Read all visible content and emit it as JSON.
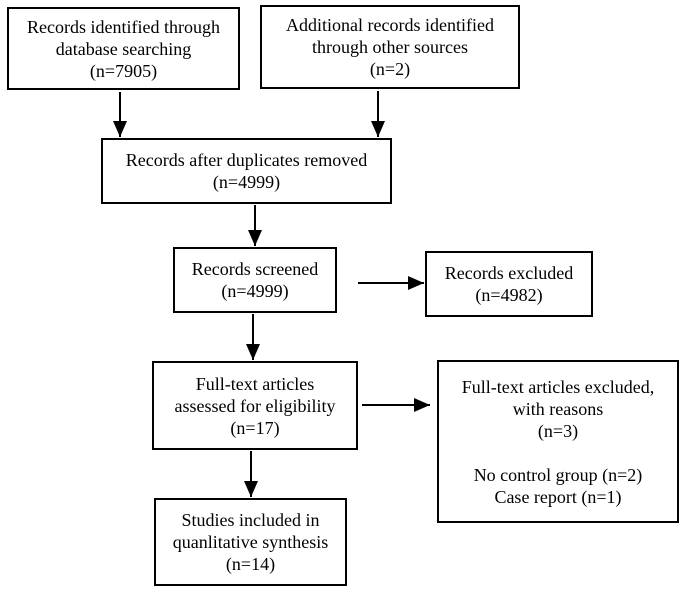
{
  "figure": {
    "type": "prisma-flow-diagram",
    "background_color": "#ffffff",
    "border_color": "#000000",
    "text_color": "#000000"
  },
  "boxes": {
    "identified": {
      "lines": [
        "Records identified through",
        "database searching",
        "(n=7905)"
      ]
    },
    "additional": {
      "lines": [
        "Additional records identified",
        "through other sources",
        "(n=2)"
      ]
    },
    "duplicates_removed": {
      "lines": [
        "Records after duplicates removed",
        "(n=4999)"
      ]
    },
    "screened": {
      "lines": [
        "Records screened",
        "(n=4999)"
      ]
    },
    "records_excluded": {
      "lines": [
        "Records excluded",
        "(n=4982)"
      ]
    },
    "fulltext_assessed": {
      "lines": [
        "Full-text articles",
        "assessed for eligibility",
        "(n=17)"
      ]
    },
    "fulltext_excluded": {
      "lines": [
        "Full-text articles excluded,",
        "with reasons",
        "(n=3)",
        "",
        "No control group (n=2)",
        "Case report (n=1)"
      ]
    },
    "included": {
      "lines": [
        "Studies included in",
        "quanlitative synthesis",
        "(n=14)"
      ]
    }
  }
}
